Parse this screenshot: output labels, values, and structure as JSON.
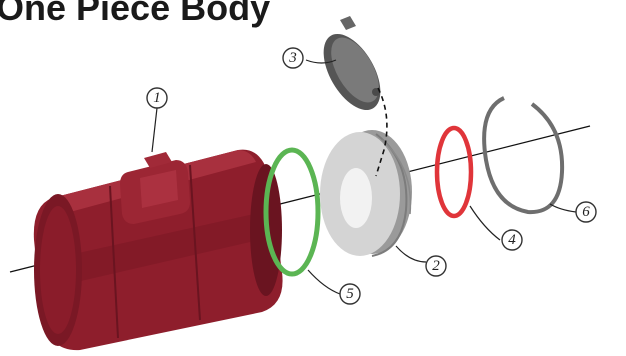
{
  "title": "One Piece Body",
  "colors": {
    "body": "#8e1e2c",
    "body_dark": "#6a1420",
    "body_light": "#a8303e",
    "ring_green": "#5bb553",
    "ring_red": "#e0353a",
    "snap_ring": "#6e6e6e",
    "disc": "#c9c9c9",
    "axis": "#111111"
  },
  "parts": [
    {
      "number": "1",
      "name": "body",
      "icon": "body-icon"
    },
    {
      "number": "2",
      "name": "seat",
      "icon": "seat-icon"
    },
    {
      "number": "3",
      "name": "disc",
      "icon": "disc-icon"
    },
    {
      "number": "4",
      "name": "red-o-ring",
      "icon": "o-ring-icon"
    },
    {
      "number": "5",
      "name": "green-o-ring",
      "icon": "o-ring-icon"
    },
    {
      "number": "6",
      "name": "retaining-ring",
      "icon": "snap-ring-icon"
    }
  ]
}
